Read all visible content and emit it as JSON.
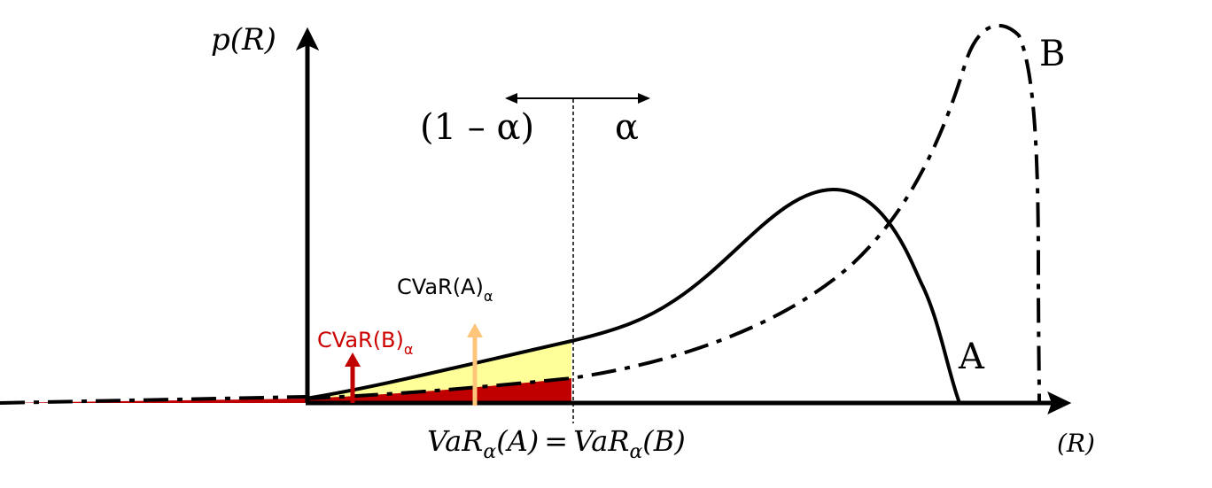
{
  "axes": {
    "y_label": "p(R)",
    "x_label": "(R)"
  },
  "curves": {
    "a_label": "A",
    "b_label": "B"
  },
  "tail_split": {
    "left_label": "(1 – α)",
    "right_label": "α"
  },
  "annotations": {
    "cvar_a": {
      "text": "CVaR(A)",
      "subscript": "α",
      "color": "#000000",
      "arrow_color": "#ffc57a",
      "fill_color": "#ffff99"
    },
    "cvar_b": {
      "text": "CVaR(B)",
      "subscript": "α",
      "color": "#cc0000",
      "arrow_color": "#c00000",
      "fill_color": "#c00000"
    },
    "var_equality": {
      "left_var": "VaR",
      "left_sub": "α",
      "left_arg": "(A)",
      "equals": "=",
      "right_var": "VaR",
      "right_sub": "α",
      "right_arg": "(B)"
    }
  }
}
